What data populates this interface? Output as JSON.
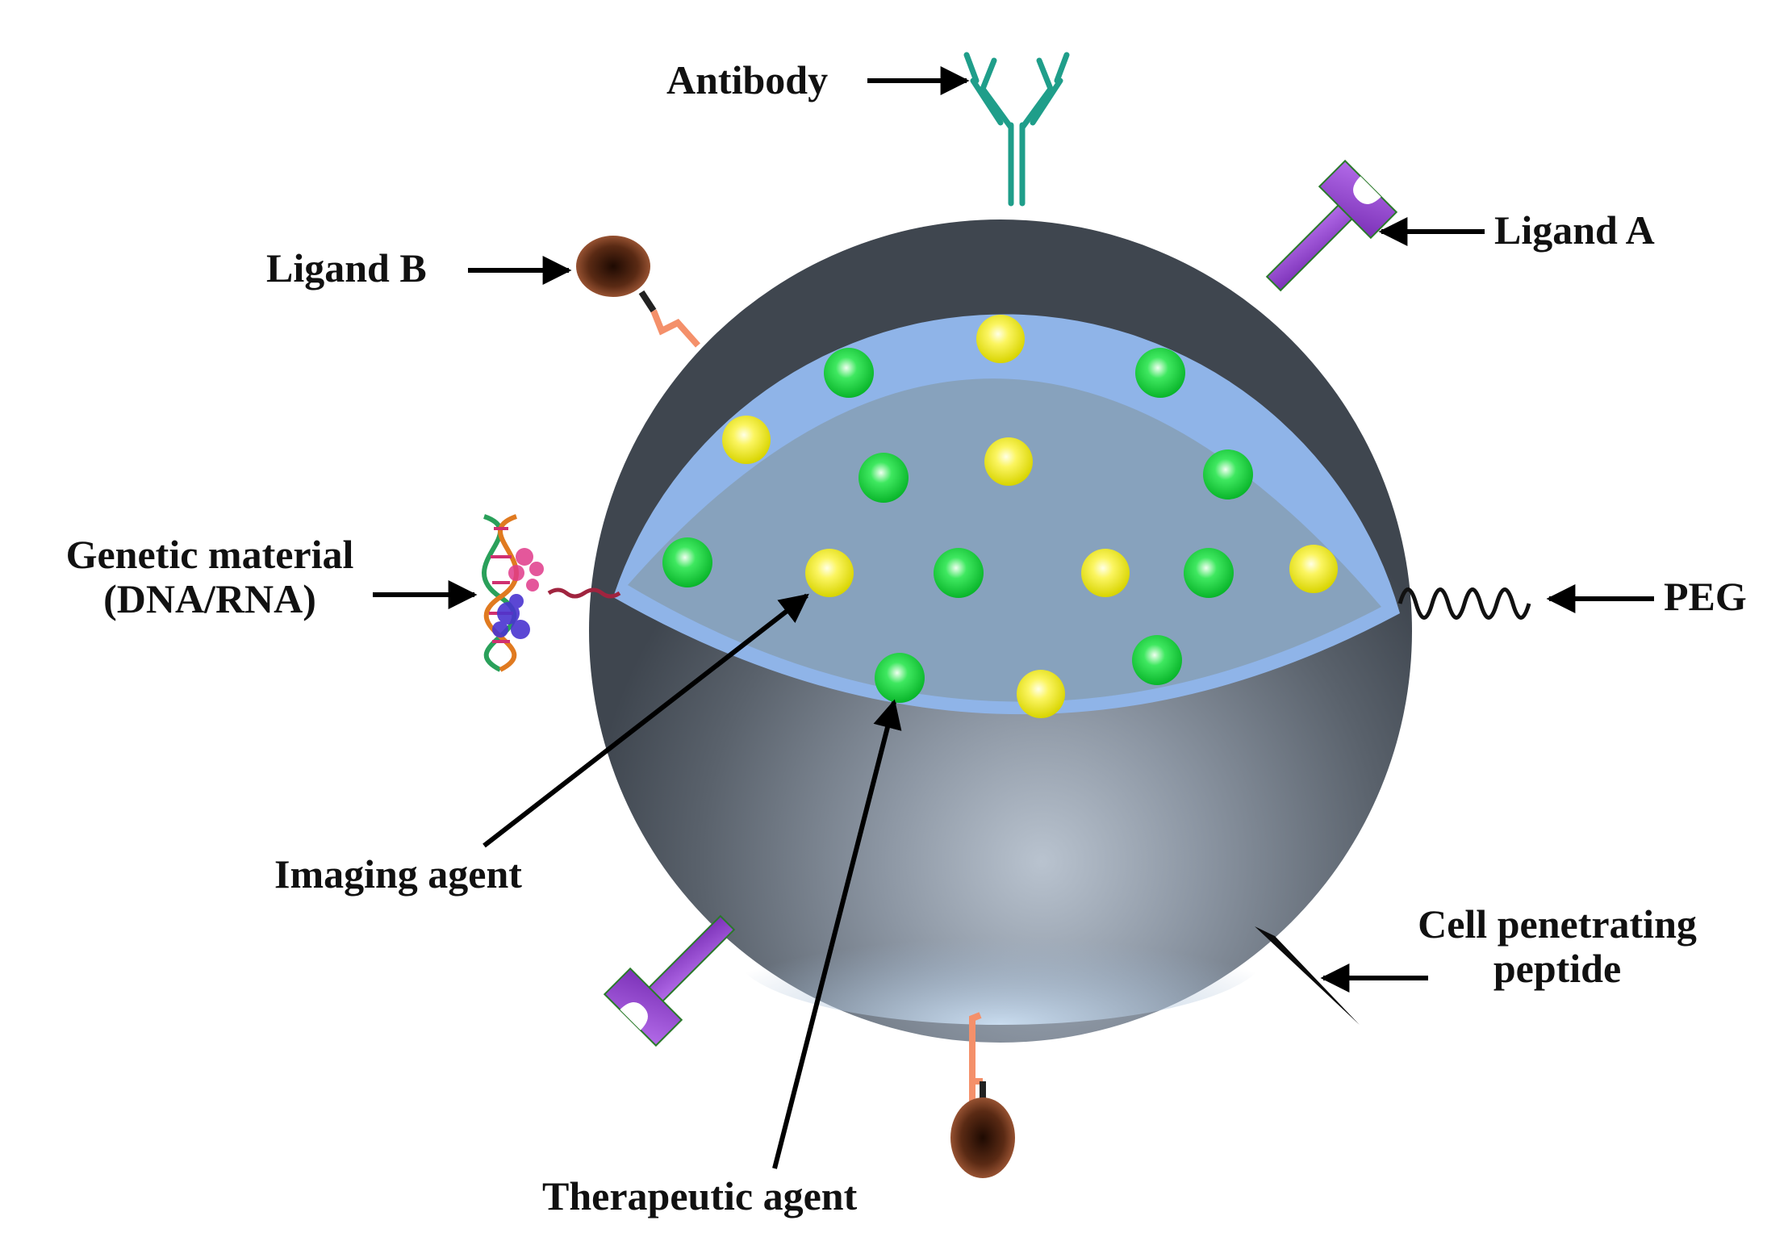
{
  "labels": {
    "antibody": "Antibody",
    "ligand_a": "Ligand A",
    "ligand_b": "Ligand B",
    "genetic_line1": "Genetic material",
    "genetic_line2": "(DNA/RNA)",
    "peg": "PEG",
    "imaging_agent": "Imaging agent",
    "therapeutic_agent": "Therapeutic agent",
    "cpp_line1": "Cell penetrating",
    "cpp_line2": "peptide"
  },
  "colors": {
    "shell_blue": "#8fb4e8",
    "core_blue": "#87a2bd",
    "sphere_dark": "#565d66",
    "imaging_yellow": "#f4f000",
    "therapeutic_green": "#19d83a",
    "antibody_teal": "#1f9e8a",
    "ligand_purple": "#9a4fd1",
    "ligand_b_brown": "#5a2a14",
    "linker_orange": "#f4906a",
    "arrow": "#000000"
  }
}
